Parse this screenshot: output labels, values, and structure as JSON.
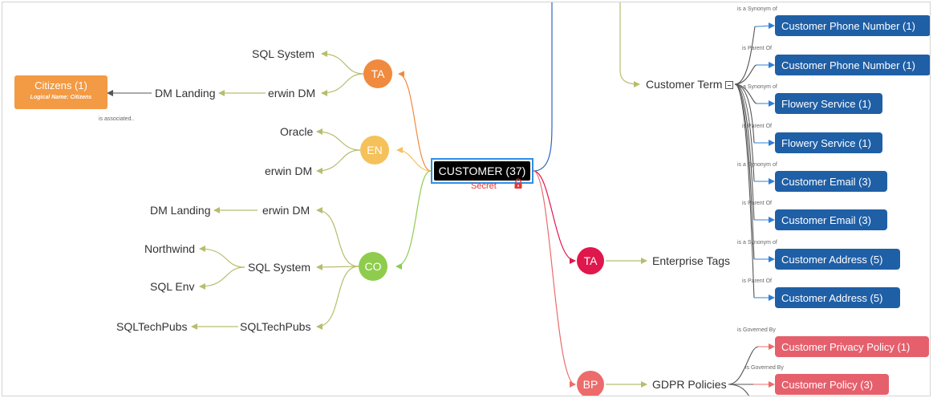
{
  "center": {
    "label": "CUSTOMER",
    "count": "(37)",
    "tag": "Secret"
  },
  "left": {
    "ta": {
      "badge": "TA",
      "color": "#f08a3e",
      "leaf1": "SQL System",
      "leaf2": "erwin DM",
      "leaf3": "DM Landing"
    },
    "citizens": {
      "title": "Citizens  (1)",
      "subtitle": "Logical Name: Citizens",
      "relation": "is associated.."
    },
    "en": {
      "badge": "EN",
      "color": "#f5c15a",
      "leaf1": "Oracle",
      "leaf2": "erwin DM"
    },
    "co": {
      "badge": "CO",
      "color": "#8fcc4e",
      "erwin": "erwin DM",
      "dm_landing": "DM Landing",
      "sql_system": "SQL System",
      "northwind": "Northwind",
      "sql_env": "SQL Env",
      "techpubs_near": "SQLTechPubs",
      "techpubs_far": "SQLTechPubs"
    }
  },
  "right": {
    "customer_term": "Customer Term",
    "terms": [
      {
        "relation": "is a Synonym of",
        "label": "Customer Phone Number  (1)"
      },
      {
        "relation": "is Parent Of",
        "label": "Customer Phone Number  (1)"
      },
      {
        "relation": "is a Synonym of",
        "label": "Flowery Service  (1)"
      },
      {
        "relation": "is Parent Of",
        "label": "Flowery Service  (1)"
      },
      {
        "relation": "is a Synonym of",
        "label": "Customer Email  (3)"
      },
      {
        "relation": "is Parent Of",
        "label": "Customer Email  (3)"
      },
      {
        "relation": "is a Synonym of",
        "label": "Customer Address  (5)"
      },
      {
        "relation": "is Parent Of",
        "label": "Customer Address  (5)"
      }
    ],
    "ta": {
      "badge": "TA",
      "color": "#e0174c",
      "label": "Enterprise Tags"
    },
    "bp": {
      "badge": "BP",
      "color": "#ec6b6b",
      "label": "GDPR Policies"
    },
    "policies": [
      {
        "relation": "is Governed By",
        "label": "Customer Privacy Policy  (1)"
      },
      {
        "relation": "is Governed By",
        "label": "Customer Policy  (3)"
      }
    ]
  },
  "colors": {
    "orange": "#f08a3e",
    "yellow": "#f5c15a",
    "green": "#8fcc4e",
    "crimson": "#e0174c",
    "salmon": "#ec6b6b",
    "blue_node": "#1f5fa6",
    "pink_node": "#e5606c",
    "leaf_line": "#b8bd6e"
  }
}
